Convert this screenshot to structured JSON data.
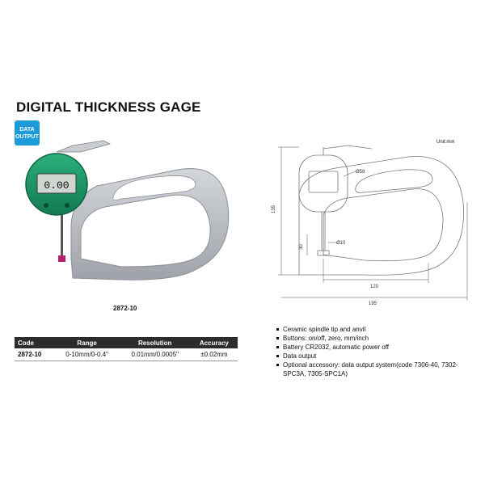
{
  "title": "DIGITAL THICKNESS GAGE",
  "badge": {
    "line1": "DATA",
    "line2": "OUTPUT",
    "color": "#1d9ad8"
  },
  "gauge_display": "0.00",
  "model_caption": "2872-10",
  "drawing": {
    "unit": "Unit:mm",
    "dims": {
      "dia58": "Ø58",
      "d135": "135",
      "d30": "30",
      "dia10": "Ø10",
      "d120": "120",
      "d195": "195"
    }
  },
  "spec_table": {
    "headers": [
      "Code",
      "Range",
      "Resolution",
      "Accuracy"
    ],
    "rows": [
      [
        "2872-10",
        "0-10mm/0-0.4\"",
        "0.01mm/0.0005\"",
        "±0.02mm"
      ]
    ]
  },
  "features": [
    "Ceramic spindle tip and anvil",
    "Buttons: on/off, zero, mm/inch",
    "Battery CR2032, automatic power off",
    "Data output",
    "Optional accessory: data output system(code 7306-40, 7302-SPC3A, 7305-SPC1A)"
  ],
  "colors": {
    "frame": "#b9bdc3",
    "gauge_green": "#1f9a6a",
    "header_bg": "#2c2c2c"
  }
}
